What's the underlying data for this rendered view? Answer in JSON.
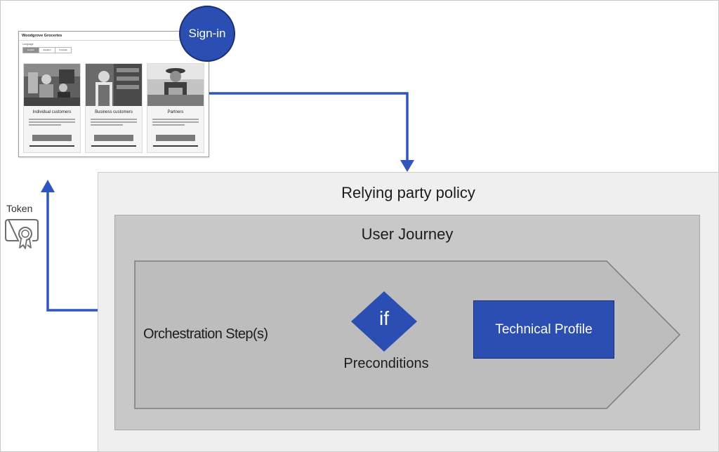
{
  "signin_badge": {
    "label": "Sign-in"
  },
  "signin_screenshot": {
    "title": "Woodgrove Groceries",
    "language_label": "Language",
    "language_tabs": [
      "English",
      "Español",
      "Français"
    ],
    "cards": [
      {
        "title": "Individual customers"
      },
      {
        "title": "Business customers"
      },
      {
        "title": "Partners"
      }
    ]
  },
  "token": {
    "label": "Token",
    "icon": "certificate-icon"
  },
  "relying_party": {
    "title": "Relying party policy"
  },
  "user_journey": {
    "title": "User Journey"
  },
  "orchestration": {
    "label": "Orchestration Step(s)"
  },
  "precondition": {
    "symbol": "if",
    "label": "Preconditions"
  },
  "technical_profile": {
    "label": "Technical Profile"
  },
  "colors": {
    "accent_blue": "#2b4eb3",
    "arrow_blue": "#2f55c0",
    "policy_bg": "#efefef",
    "journey_bg": "#c8c8c8",
    "step_bg": "#bcbcbc"
  }
}
